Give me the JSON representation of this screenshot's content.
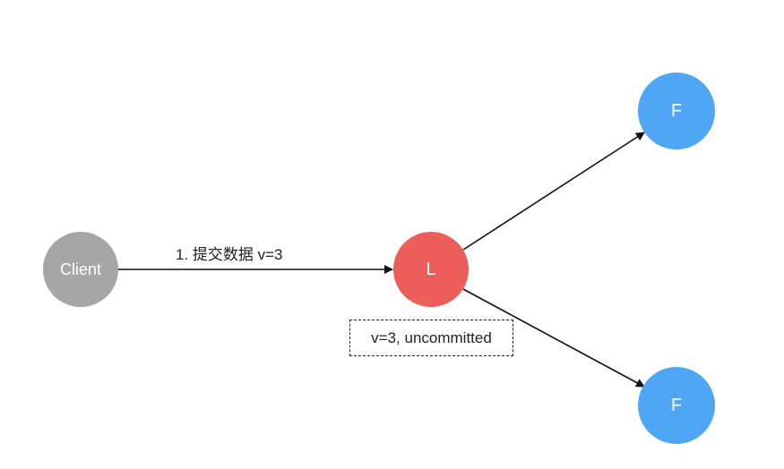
{
  "diagram": {
    "nodes": {
      "client": {
        "label": "Client",
        "color": "#a6a6a6"
      },
      "leader": {
        "label": "L",
        "color": "#ec5e5a"
      },
      "follower_top": {
        "label": "F",
        "color": "#4ea6f5"
      },
      "follower_bottom": {
        "label": "F",
        "color": "#4ea6f5"
      }
    },
    "edges": {
      "client_to_leader": {
        "label": "1. 提交数据 v=3"
      },
      "leader_to_follower_top": {
        "label": ""
      },
      "leader_to_follower_bottom": {
        "label": ""
      }
    },
    "annotations": {
      "leader_state": "v=3, uncommitted"
    }
  }
}
